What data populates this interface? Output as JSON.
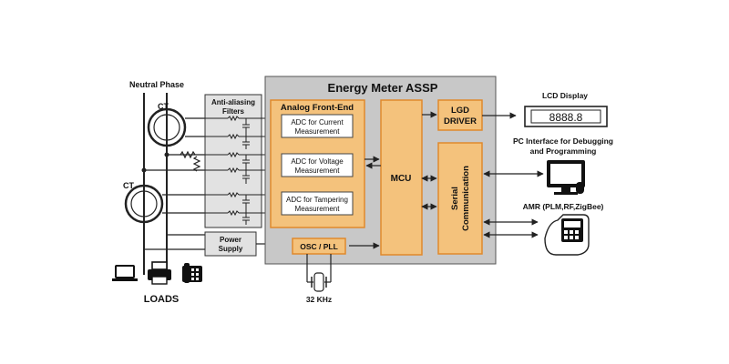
{
  "labels": {
    "neutral_phase": "Neutral Phase",
    "ct_top": "CT",
    "ct_bottom": "CT",
    "anti_aliasing_line1": "Anti-aliasing",
    "anti_aliasing_line2": "Filters",
    "power_supply_line1": "Power",
    "power_supply_line2": "Supply",
    "loads": "LOADS",
    "asic_title": "Energy Meter ASSP",
    "afe_title": "Analog Front-End",
    "adc_current_line1": "ADC for Current",
    "adc_current_line2": "Measurement",
    "adc_voltage_line1": "ADC for Voltage",
    "adc_voltage_line2": "Measurement",
    "adc_tamper_line1": "ADC for Tampering",
    "adc_tamper_line2": "Measurement",
    "mcu": "MCU",
    "lgd_line1": "LGD",
    "lgd_line2": "DRIVER",
    "serial_line1": "Serial",
    "serial_line2": "Communication",
    "osc_pll": "OSC / PLL",
    "crystal_freq": "32 KHz",
    "lcd_display": "LCD Display",
    "lcd_readout": "8888.8",
    "pc_line1": "PC Interface for Debugging",
    "pc_line2": "and Programming",
    "amr": "AMR (PLM,RF,ZigBee)"
  },
  "icons": {
    "laptop": "laptop-icon",
    "printer": "printer-icon",
    "phone": "phone-icon",
    "monitor": "monitor-icon",
    "hand_meter": "hand-meter-icon",
    "crystal": "crystal-icon"
  },
  "colors": {
    "asic_fill": "#c8c8c8",
    "orange_fill": "#f4c27c",
    "orange_border": "#e0892c",
    "box_stroke": "#333333",
    "filter_fill": "#e2e2e2",
    "line": "#222222"
  }
}
